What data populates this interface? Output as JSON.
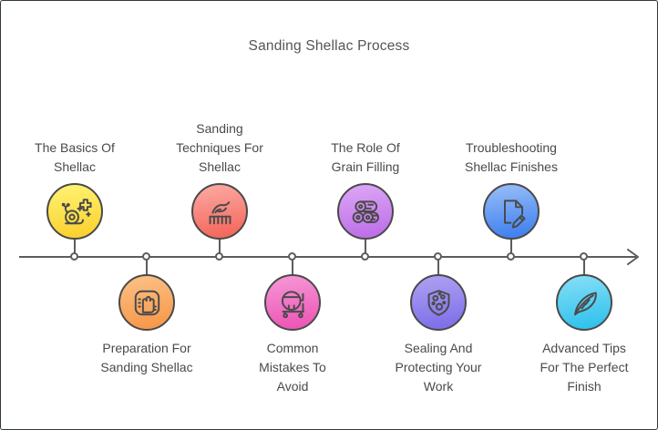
{
  "title": "Sanding Shellac Process",
  "timeline": {
    "arrow_icon": "right-arrow-icon",
    "line_color": "#5c5c5c",
    "direction_end": "right"
  },
  "colors": {
    "background": "#ffffff",
    "text": "#4a4a4a",
    "title_text": "#555555",
    "circle_border": "#4a4a4a",
    "icon_stroke": "#4a4a4a"
  },
  "nodes": [
    {
      "label": "The Basics Of\nShellac",
      "position": "above",
      "icon": "snail-plus-icon",
      "color_top": "#fef06e",
      "color_bottom": "#fbd231"
    },
    {
      "label": "Preparation For\nSanding Shellac",
      "position": "below",
      "icon": "hand-sanding-pad-icon",
      "color_top": "#fbbd80",
      "color_bottom": "#f7994c"
    },
    {
      "label": "Sanding\nTechniques For\nShellac",
      "position": "above",
      "icon": "hand-comb-icon",
      "color_top": "#fba49c",
      "color_bottom": "#f4695e"
    },
    {
      "label": "Common\nMistakes To\nAvoid",
      "position": "below",
      "icon": "cement-mixer-icon",
      "color_top": "#f591d3",
      "color_bottom": "#ee58b7"
    },
    {
      "label": "The Role Of\nGrain Filling",
      "position": "above",
      "icon": "wood-logs-icon",
      "color_top": "#d9a2f4",
      "color_bottom": "#bf70e9"
    },
    {
      "label": "Sealing And\nProtecting Your\nWork",
      "position": "below",
      "icon": "shield-dots-icon",
      "color_top": "#aa9cf2",
      "color_bottom": "#7f71e8"
    },
    {
      "label": "Troubleshooting\nShellac Finishes",
      "position": "above",
      "icon": "document-pencil-icon",
      "color_top": "#8fb8f6",
      "color_bottom": "#4382f0"
    },
    {
      "label": "Advanced Tips\nFor The Perfect\nFinish",
      "position": "below",
      "icon": "feather-icon",
      "color_top": "#7edcf6",
      "color_bottom": "#33c3ec"
    }
  ]
}
